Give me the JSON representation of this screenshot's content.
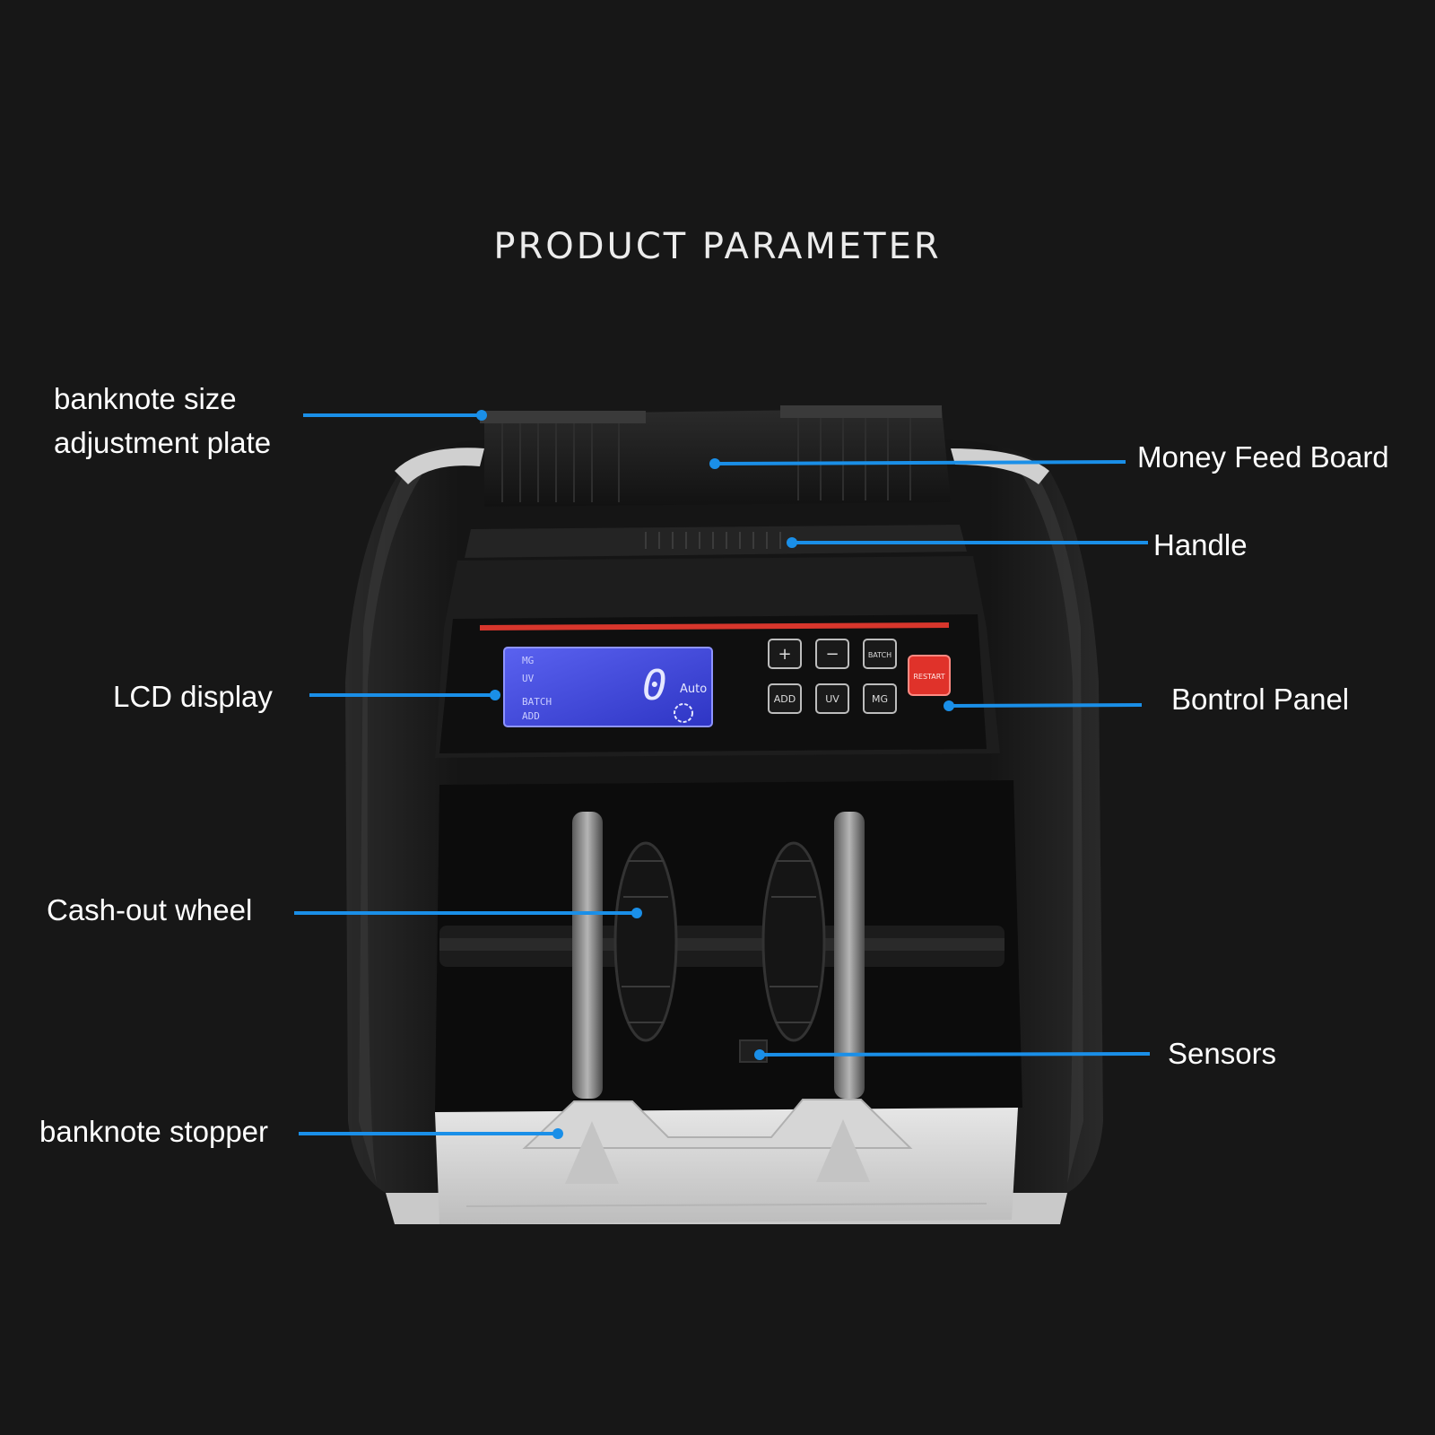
{
  "title": "PRODUCT PARAMETER",
  "colors": {
    "background": "#171717",
    "callout_line": "#1a8fe8",
    "lcd_screen": "#3d46d8",
    "restart_button": "#e0322a",
    "red_strip": "#d7362c",
    "machine_body": "#111111",
    "machine_trim": "#d8d8d8"
  },
  "labels": {
    "size_plate": {
      "line1": "banknote size",
      "line2": "adjustment plate"
    },
    "feed_board": "Money Feed Board",
    "handle": "Handle",
    "lcd_display": "LCD display",
    "control_panel": "Bontrol Panel",
    "cash_out_wheel": "Cash-out wheel",
    "sensors": "Sensors",
    "stopper": "banknote stopper"
  },
  "buttons": {
    "plus": "+",
    "minus": "−",
    "batch": "BATCH",
    "add": "ADD",
    "uv": "UV",
    "mg": "MG",
    "restart": "RESTART"
  },
  "lcd": {
    "count": "0",
    "mode": "Auto",
    "menu": [
      "MG",
      "UV",
      "BATCH",
      "ADD"
    ]
  },
  "icons": {
    "lcd_disc": "spinner-icon",
    "callout_dot": "dot-marker"
  }
}
